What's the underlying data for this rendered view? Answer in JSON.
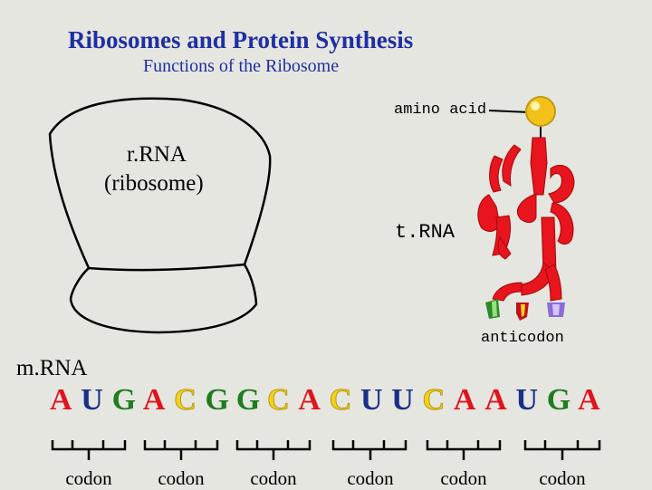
{
  "title": "Ribosomes and Protein Synthesis",
  "subtitle": "Functions of the Ribosome",
  "ribosome_label_line1": "r.RNA",
  "ribosome_label_line2": "(ribosome)",
  "amino_acid_label": "amino acid",
  "trna_label": "t.RNA",
  "anticodon_label": "anticodon",
  "mrna_label": "m.RNA",
  "sequence": [
    "A",
    "U",
    "G",
    "A",
    "C",
    "G",
    "G",
    "C",
    "A",
    "C",
    "U",
    "U",
    "C",
    "A",
    "A",
    "U",
    "G",
    "A"
  ],
  "codon_label": "codon",
  "codon_count": 6,
  "colors": {
    "title": "#1f2fa3",
    "A": "#e0141e",
    "U": "#1a2f8a",
    "G": "#1e7d1e",
    "C": "#f0d21e",
    "trna": "#e8141e",
    "amino_acid": "#f2c21a"
  }
}
